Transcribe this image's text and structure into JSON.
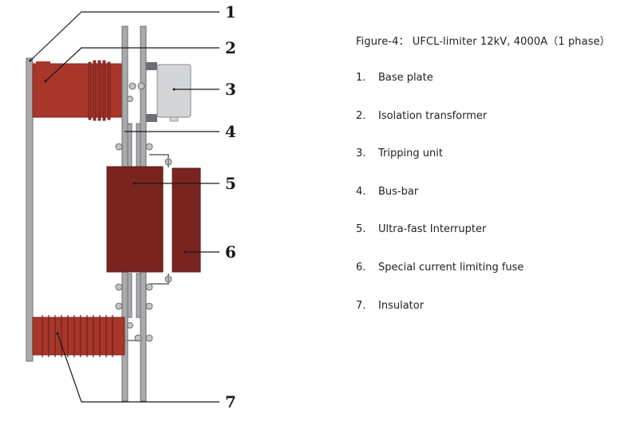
{
  "figure": {
    "caption": "Figure-4： UFCL-limiter 12kV, 4000A（1 phase）",
    "callouts": [
      "1",
      "2",
      "3",
      "4",
      "5",
      "6",
      "7"
    ]
  },
  "legend": {
    "items": [
      {
        "num": "1.",
        "label": "Base plate"
      },
      {
        "num": "2.",
        "label": "Isolation transformer"
      },
      {
        "num": "3.",
        "label": "Tripping unit"
      },
      {
        "num": "4.",
        "label": "Bus-bar"
      },
      {
        "num": "5.",
        "label": "Ultra-fast Interrupter"
      },
      {
        "num": "6.",
        "label": "Special current limiting fuse"
      },
      {
        "num": "7.",
        "label": "Insulator"
      }
    ]
  },
  "colors": {
    "insulator_red": "#a8362a",
    "interrupter_red": "#7a2420",
    "steel_gray": "#a9aaad",
    "tripping_unit_gray": "#d4d5d7",
    "leader_line": "#1a1a1a"
  }
}
